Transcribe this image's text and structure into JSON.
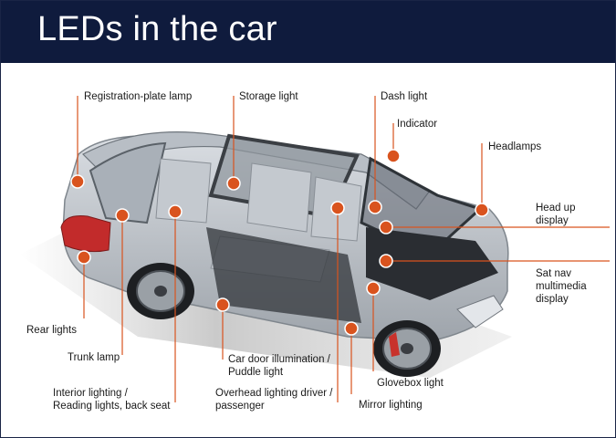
{
  "title": "LEDs in the car",
  "colors": {
    "title_background": "#0f1b3d",
    "title_text": "#ffffff",
    "callout": "#d9531e",
    "leader_line": "#d9531e"
  },
  "labels": {
    "registration_plate_lamp": "Registration-plate lamp",
    "storage_light": "Storage light",
    "dash_light": "Dash light",
    "indicator": "Indicator",
    "headlamps": "Headlamps",
    "head_up_display_1": "Head up",
    "head_up_display_2": "display",
    "sat_nav_1": "Sat nav",
    "sat_nav_2": "multimedia",
    "sat_nav_3": "display",
    "rear_lights": "Rear lights",
    "trunk_lamp": "Trunk lamp",
    "interior_lighting_1": "Interior lighting /",
    "interior_lighting_2": "Reading lights, back seat",
    "car_door_1": "Car door illumination /",
    "car_door_2": "Puddle light",
    "overhead_1": "Overhead lighting driver /",
    "overhead_2": "passenger",
    "glovebox_light": "Glovebox light",
    "mirror_lighting": "Mirror lighting"
  }
}
